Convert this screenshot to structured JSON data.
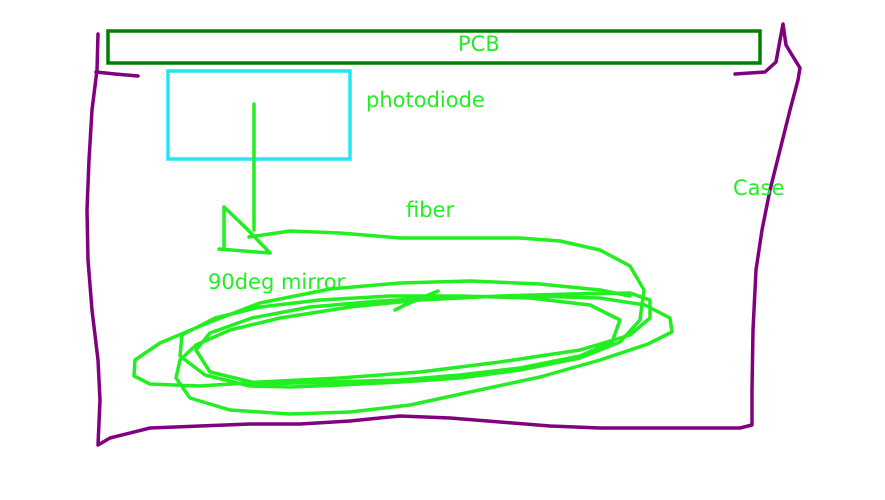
{
  "labels": {
    "pcb": "PCB",
    "photodiode": "photodiode",
    "case": "Case",
    "fiber": "fiber",
    "mirror": "90deg mirror"
  },
  "colors": {
    "case": "#800080",
    "pcb": "#008000",
    "photodiode": "#22e6f0",
    "fiber": "#22ee22",
    "pcb_label": "#22ee22",
    "labels": "#22ee22"
  }
}
